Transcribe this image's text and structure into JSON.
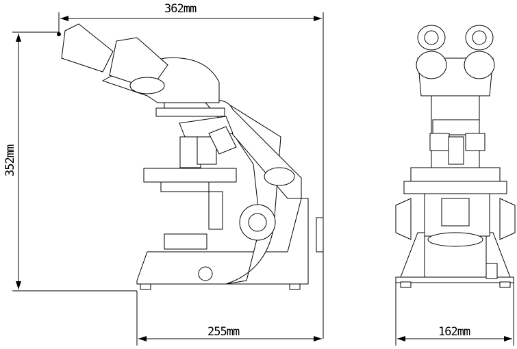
{
  "title": "Microscope dimension drawing",
  "dimensions": {
    "overall_width": "362mm",
    "overall_height": "352mm",
    "base_depth": "255mm",
    "front_width": "162mm"
  }
}
